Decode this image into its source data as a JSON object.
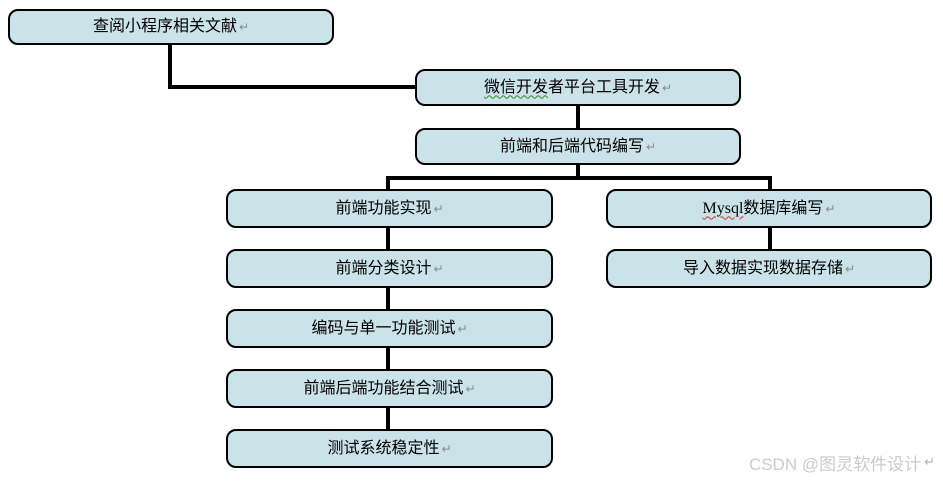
{
  "flowchart": {
    "paragraph_mark": "↵",
    "colors": {
      "box_fill": "#c9e3e8",
      "box_border": "#000000",
      "connector": "#000000",
      "spellcheck_green": "#2e8b2e",
      "spellcheck_red": "#e03030"
    },
    "nodes": [
      {
        "label": "查阅小程序相关文献"
      },
      {
        "misspelled": "微信开发",
        "rest": "者平台工具开发",
        "spellcheck": "green-wavy"
      },
      {
        "label": "前端和后端代码编写"
      },
      {
        "label": "前端功能实现"
      },
      {
        "misspelled": "Mysql",
        "rest": " 数据库编写",
        "spellcheck": "red-wavy"
      },
      {
        "label": "前端分类设计"
      },
      {
        "label": "导入数据实现数据存储"
      },
      {
        "label": "编码与单一功能测试"
      },
      {
        "label": "前端后端功能结合测试"
      },
      {
        "label": "测试系统稳定性"
      }
    ]
  },
  "watermark": {
    "text": "CSDN @图灵软件设计",
    "mark": "↵",
    "color": "#cbcbcb"
  }
}
